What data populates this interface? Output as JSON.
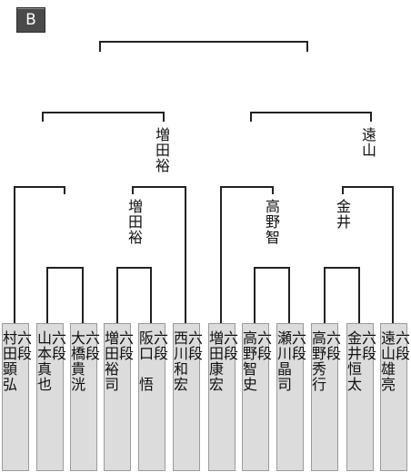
{
  "block_label": "B",
  "players": [
    {
      "name": "村田顕弘",
      "rank": "六段"
    },
    {
      "name": "山本真也",
      "rank": "六段"
    },
    {
      "name": "大橋貴洸",
      "rank": "六段"
    },
    {
      "name": "増田裕司",
      "rank": "六段"
    },
    {
      "name": "阪口　悟",
      "rank": "六段"
    },
    {
      "name": "西川和宏",
      "rank": "六段"
    },
    {
      "name": "増田康宏",
      "rank": "六段"
    },
    {
      "name": "高野智史",
      "rank": "六段"
    },
    {
      "name": "瀬川晶司",
      "rank": "六段"
    },
    {
      "name": "高野秀行",
      "rank": "六段"
    },
    {
      "name": "金井恒太",
      "rank": "六段"
    },
    {
      "name": "遠山雄亮",
      "rank": "六段"
    }
  ],
  "winners": {
    "r1_match2": "増田裕",
    "r2_left": "増田裕",
    "r1_match3": "高野智",
    "r1_match4": "金井",
    "r2_right": "遠山"
  }
}
